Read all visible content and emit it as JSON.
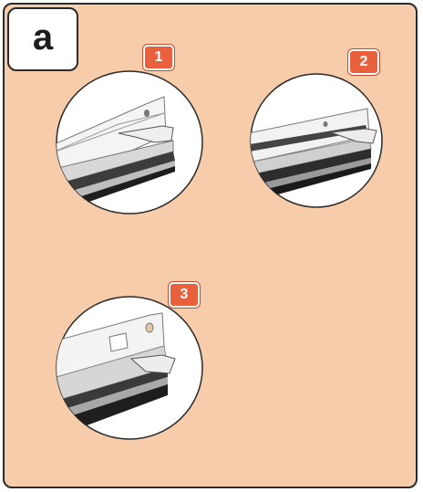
{
  "panel": {
    "letter": "a"
  },
  "steps": [
    {
      "number": "1",
      "icon": "rail-end-detail-icon"
    },
    {
      "number": "2",
      "icon": "rail-end-detail-icon"
    },
    {
      "number": "3",
      "icon": "rail-end-detail-icon"
    }
  ],
  "colors": {
    "background": "#f6ccaa",
    "badge": "#e8603c",
    "outline": "#2b2b2b"
  }
}
